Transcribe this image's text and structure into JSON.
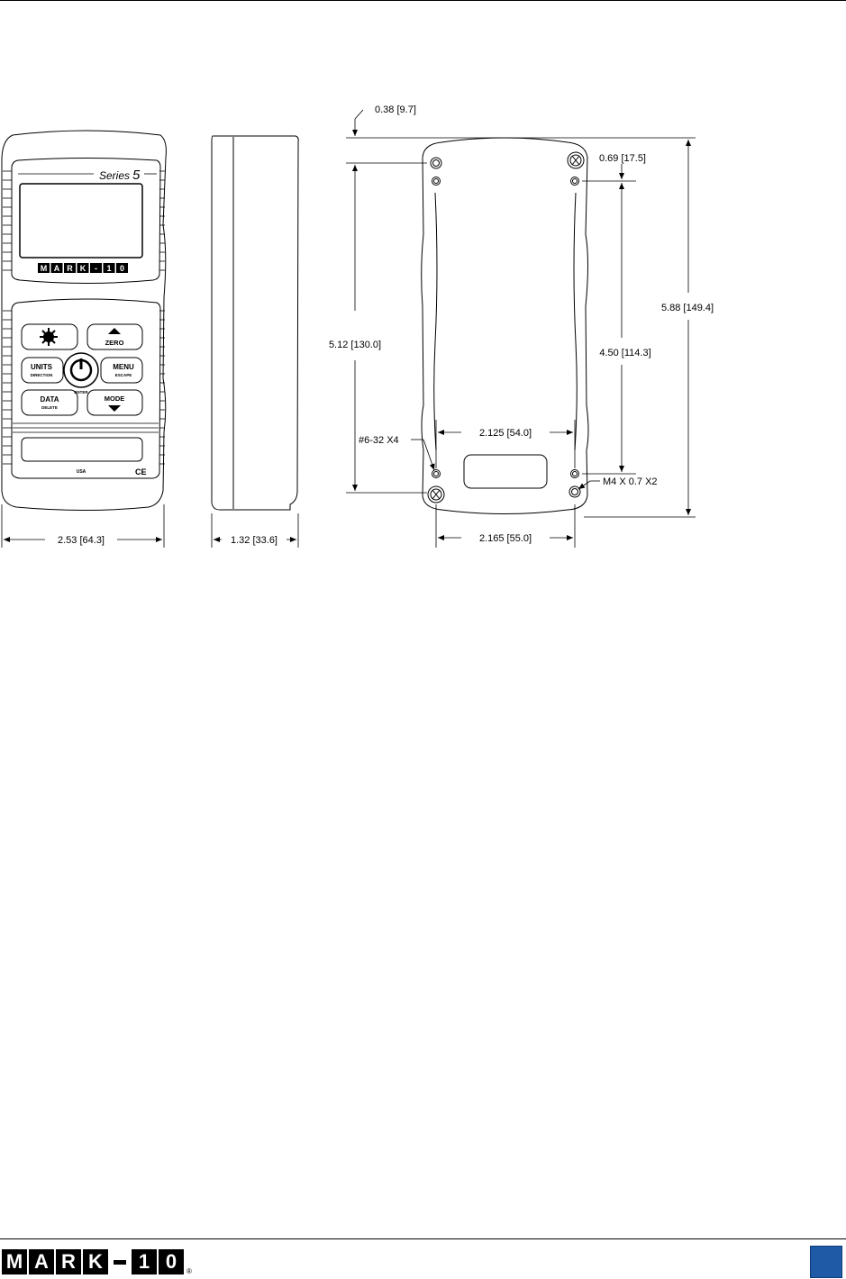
{
  "device_front": {
    "series_label": "Series",
    "series_number": "5",
    "logo_letters": [
      "M",
      "A",
      "R",
      "K",
      "-",
      "1",
      "0"
    ],
    "buttons": {
      "backlight_icon": "sun-icon",
      "zero": "ZERO",
      "units": "UNITS",
      "units_sub": "DIRECTION",
      "power_icon": "power-icon",
      "enter": "ENTER",
      "menu": "MENU",
      "menu_sub": "ESCAPE",
      "data": "DATA",
      "data_sub": "DELETE",
      "mode": "MODE"
    },
    "origin_label": "USA",
    "ce_mark": "CE"
  },
  "dimensions": {
    "front_width": "2.53 [64.3]",
    "side_depth": "1.32 [33.6]",
    "top_offset": "0.38 [9.7]",
    "right_top_offset": "0.69 [17.5]",
    "left_hole_spacing": "5.12 [130.0]",
    "right_hole_spacing": "4.50 [114.3]",
    "overall_height": "5.88 [149.4]",
    "inner_hole_width": "2.125 [54.0]",
    "outer_hole_width": "2.165 [55.0]",
    "thread_small": "#6-32 X4",
    "thread_large": "M4 X 0.7 X2"
  },
  "footer": {
    "logo_letters": [
      "M",
      "A",
      "R",
      "K",
      "-",
      "1",
      "0"
    ],
    "registered": "®",
    "accent_color": "#1f5aa6"
  }
}
